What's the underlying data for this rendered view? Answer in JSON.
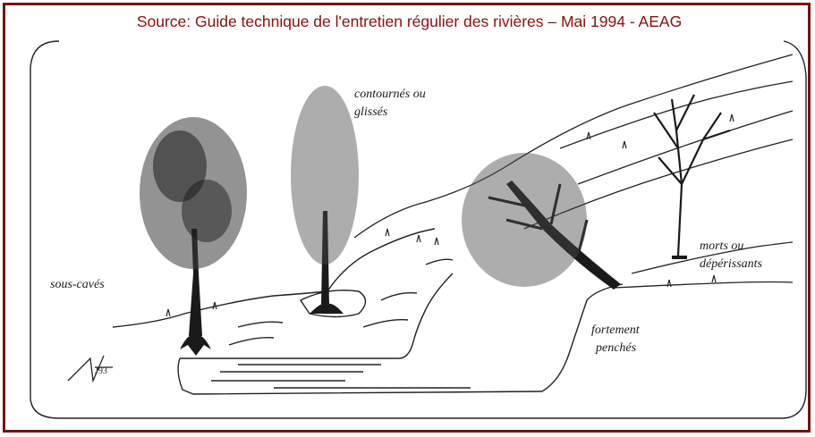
{
  "source_caption": "Source: Guide technique de l'entretien régulier des rivières – Mai 1994 - AEAG",
  "labels": {
    "sous_caves": "sous-cavés",
    "contournes_line1": "contournés ou",
    "contournes_line2": "glissés",
    "morts_line1": "morts ou",
    "morts_line2": "dépérissants",
    "penches_line1": "fortement",
    "penches_line2": "penchés"
  },
  "signature": "J93",
  "colors": {
    "frame_border": "#7a1010",
    "caption_text": "#8b1010",
    "ink": "#1a1a1a"
  }
}
